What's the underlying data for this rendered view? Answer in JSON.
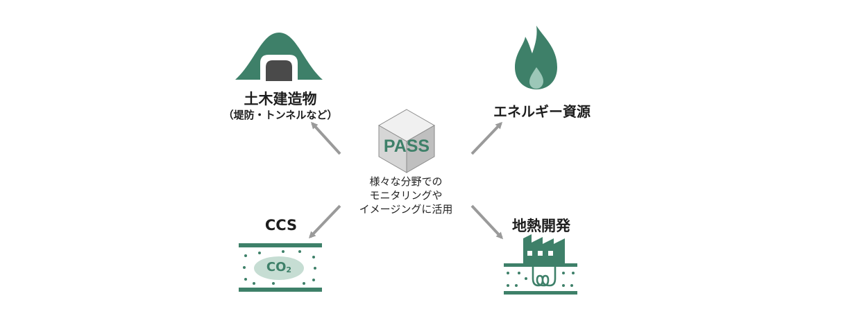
{
  "center": {
    "logo_text": "PASS",
    "caption_lines": [
      "様々な分野での",
      "モニタリングや",
      "イメージングに活用"
    ]
  },
  "nodes": {
    "civil": {
      "title": "土木建造物",
      "subtitle": "（堤防・トンネルなど）"
    },
    "energy": {
      "title": "エネルギー資源"
    },
    "ccs": {
      "title": "CCS",
      "icon_text": "CO",
      "icon_subscript": "2"
    },
    "geothermal": {
      "title": "地熱開発"
    }
  },
  "colors": {
    "green": "#3e8069",
    "light_green": "#c6ddd3",
    "arrow": "#9a9a9a",
    "cube_top": "#f0f0f0",
    "cube_left": "#d6d6d6",
    "cube_right": "#bfbfbf"
  },
  "icons": [
    "tunnel-icon",
    "flame-icon",
    "co2-storage-icon",
    "factory-geothermal-icon",
    "pass-cube-icon"
  ]
}
